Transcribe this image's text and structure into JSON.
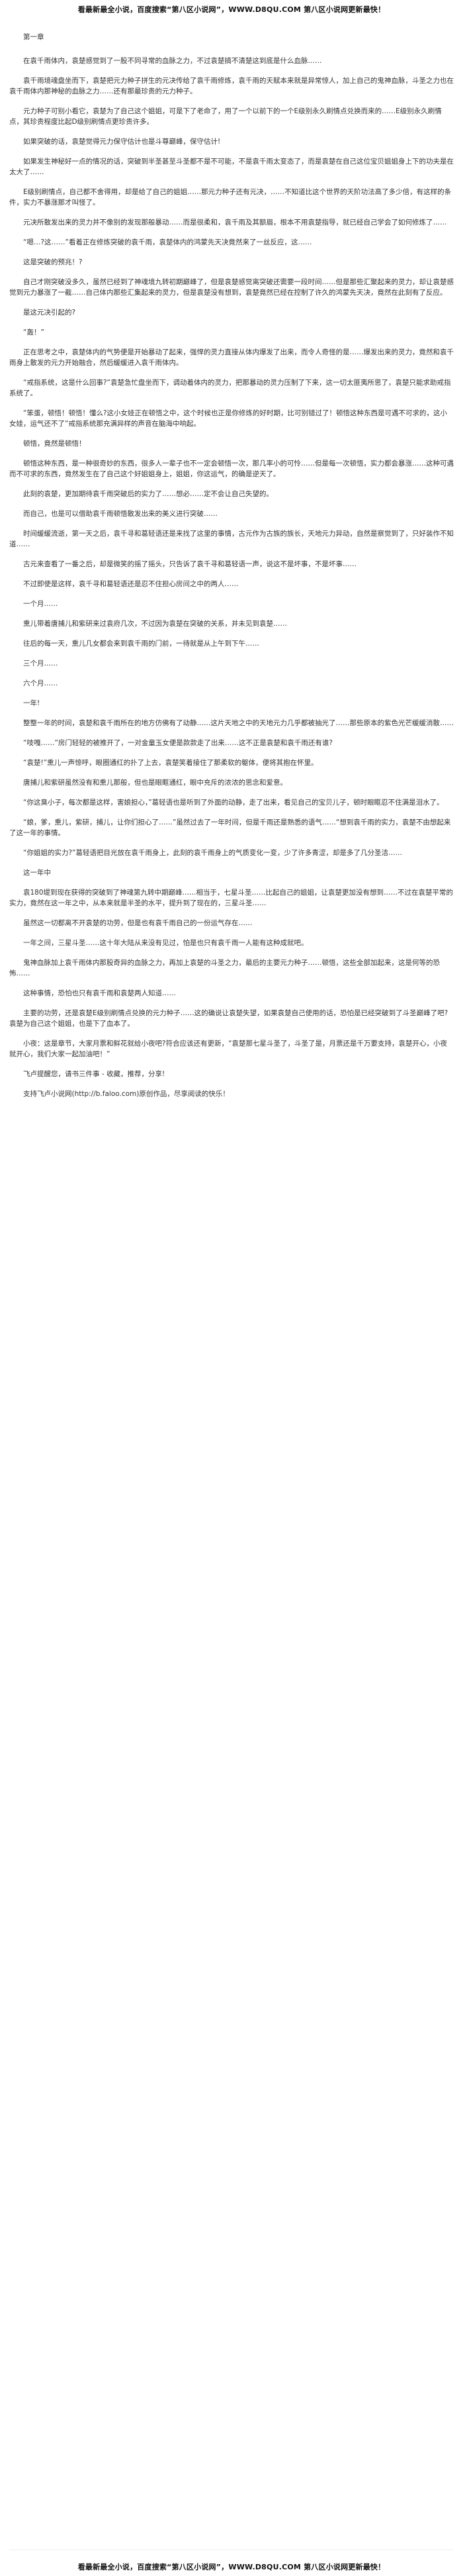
{
  "banner_top": "看最新最全小说，百度搜索“第八区小说网”，WWW.D8QU.COM 第八区小说网更新最快！",
  "banner_bottom": "看最新最全小说，百度搜索“第八区小说网”，WWW.D8QU.COM 第八区小说网更新最快！",
  "paragraphs": [
    "第一章",
    "在袁千雨体内，袁楚感觉到了一股不同寻常的血脉之力，不过袁楚搞不清楚这到底是什么血脉……",
    "袁千雨境魂盘坐而下，袁楚把元力种子拼生的元决传给了袁千雨修炼，袁千雨的天赋本来就是异常惊人，加上自己的鬼神血脉，斗圣之力也在袁千雨体内那神秘的血脉之力……还有那最珍贵的元力种子。",
    "元力种子可别小看它，袁楚为了自己这个姐姐，可是下了老命了，用了一个以前下的一个E级别永久刷情点兑换而来的……E级别永久刷情点，其珍贵程度比起D级别刷情点更珍贵许多。",
    "如果突破的话，袁楚觉得元力保守估计也是斗尊巅峰，保守估计!",
    "如果发生神秘好一点的情况的话，突破到半圣甚至斗圣都不是不可能，不是袁千雨太变态了，而是袁楚在自己这位宝贝姐姐身上下的功夫是在太大了……",
    "E级别刷情点，自己都不舍得用，却是给了自己的姐姐……那元力种子还有元决，……不知道比这个世界的天阶功法高了多少倍，有这样的条件，实力不暴涨那才叫怪了。",
    "元决所散发出来的灵力并不像别的发现那般暴动……而是很柔和，袁千雨及其额眉，根本不用袁楚指导，就已经自己学会了如何修炼了……",
    "“嗯…?这……”看着正在修炼突破的袁千雨，袁楚体内的鸿蒙先天决竟然来了一丝反应，这……",
    "这是突破的预兆！?",
    "自己才刚突破没多久，虽然已经到了神魂境九转初期巅峰了，但是袁楚感觉离突破还需要一段时间……但是那些汇聚起来的灵力，却让袁楚感觉到元力暴涨了一截……自己体内那些汇集起来的灵力，但是袁楚没有想到，袁楚竟然已经在控制了许久的鸿蒙先天决，竟然在此刻有了反应。",
    "是这元决引起的?",
    "“轰！”",
    "正在思考之中，袁楚体内的气势便是开始暴动了起来，强悍的灵力直接从体内爆发了出来，而令人奇怪的是……爆发出来的灵力，竟然和袁千雨身上散发的元力开始融合，然后缓缓进入袁千雨体内。",
    "“戒指系统，这是什么回事?”袁楚急忙盘坐而下，调动着体内的灵力，把那暴动的灵力压制了下来，这一切太匪夷所思了，袁楚只能求助戒指系统了。",
    "“笨蛋，顿悟！顿悟！懂么?这小女娃正在顿悟之中，这个时候也正是你修炼的好时期，比可别错过了！顿悟这种东西是可遇不可求的，这小女娃，运气还不了”戒指系统那充满异样的声音在脑海中响起。",
    "顿悟，竟然是顿悟！",
    "顿悟这种东西，是一种很奇妙的东西，很多人一辈子也不一定会顿悟一次，那几率小的可怜……但是每一次顿悟，实力都会暴涨……这种可遇而不可求的东西，竟然发生在了自己这个好姐姐身上，姐姐，你这运气，的确是逆天了。",
    "此刻的袁楚，更加期待袁千雨突破后的实力了……想必……定不会让自己失望的。",
    "而自己，也是可以借助袁千雨顿悟散发出来的美义进行突破……",
    "时间缓缓流逝，第一天之后，袁千寻和葛轻语还是来找了这里的事情，古元作为古族的族长，天地元力异动，自然是察觉到了，只好装作不知道……",
    "古元来查看了一番之后，却是微笑的摇了摇头，只告诉了袁千寻和葛轻语一声，说这不是坏事，不是坏事……",
    "不过即使是这样，袁千寻和葛轻语还是忍不住担心房间之中的两人……",
    "一个月……",
    "熏儿带着唐捕儿和紫研来过袁府几次，不过因为袁楚在突破的关系，并未见到袁楚……",
    "往后的每一天，熏儿几女都会来到袁千雨的门前，一待就是从上午到下午……",
    "三个月……",
    "六个月……",
    "一年!",
    "整整一年的时间，袁楚和袁千雨所在的地方仿佛有了动静……这片天地之中的天地元力几乎都被抽光了……那些原本的紫色光芒缓缓消散……",
    "“吱嘎……”房门轻轻的被推开了，一对金童玉女便是款款走了出来……这不正是袁楚和袁千雨还有谁?",
    "“袁楚!”熏儿一声惊呼，眼圈通红的扑了上去，袁楚笑着接住了那柔软的躯体，便将其抱在怀里。",
    "唐捕儿和紫研虽然没有和熏儿那般，但也是眼眶通红，眼中充斥的浓浓的思念和爱意。",
    "“你这臭小子，每次都是这样，害娘担心，”葛轻语也是听到了外面的动静，走了出来，看见自己的宝贝儿子，顿时眼眶忍不住满是泪水了。",
    "“娘，爹，熏儿，紫研，捕儿，让你们担心了……”虽然过去了一年时间，但是千雨还是熟悉的语气……“想到袁千雨的实力，袁楚不由想起来了这一年的事情。",
    "“你姐姐的实力?”葛轻语把目光放在袁千雨身上，此刻的袁千雨身上的气质变化一变，少了许多青涩，却是多了几分圣洁……",
    "这一年中",
    "袁180堤到现在获得的突破到了神魂第九转中期巅峰……相当于，七星斗圣……比起自己的姐姐，让袁楚更加没有想到……不过在袁楚平常的实力，竟然在这一年之中，从本来就是半圣的水平，提升到了现在的，三星斗圣……",
    "虽然这一切都离不开袁楚的功劳，但是也有袁千雨自己的一份运气存在……",
    "一年之间，三星斗圣……这十年大陆从来没有见过，怕是也只有袁千雨一人能有这种成就吧。",
    "鬼神血脉加上袁千雨体内那股奇异的血脉之力，再加上袁楚的斗圣之力，最后的主要元力种子……顿悟，这些全部加起来，这是何等的恐怖……",
    "这种事情，恐怕也只有袁千雨和袁楚两人知道……",
    "主要的功劳，还是袁楚E级别刷情点兑换的元力种子……这的确说让袁楚失望，如果袁楚自己使用的话，恐怕是已经突破到了斗圣巅峰了吧?袁楚为自己这个姐姐，也是下了血本了。",
    "小夜：这是章节，大家月票和鲜花就给小夜吧?符合应该还有更新，“袁楚那七星斗圣了，斗圣了是，月票还是千万要支持，袁楚开心，小夜就开心，我们大家一起加油吧！”",
    "飞卢提醒您，请书三件事 - 收藏，推荐，分享!",
    "支持飞卢小说网(http://b.faloo.com)原创作品，尽享阅读的快乐！"
  ]
}
